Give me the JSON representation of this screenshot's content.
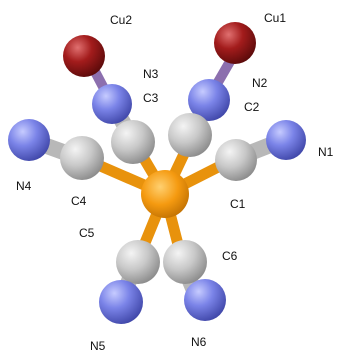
{
  "labels": {
    "cu1": "Cu1",
    "cu2": "Cu2",
    "n1": "N1",
    "n2": "N2",
    "n3": "N3",
    "n4": "N4",
    "n5": "N5",
    "n6": "N6",
    "c1": "C1",
    "c2": "C2",
    "c3": "C3",
    "c4": "C4",
    "c5": "C5",
    "c6": "C6"
  },
  "colors": {
    "copper": "#a31c1c",
    "nitrogen": "#7b84e8",
    "carbon": "#c8c8c8",
    "metal_center": "#f59a10"
  }
}
